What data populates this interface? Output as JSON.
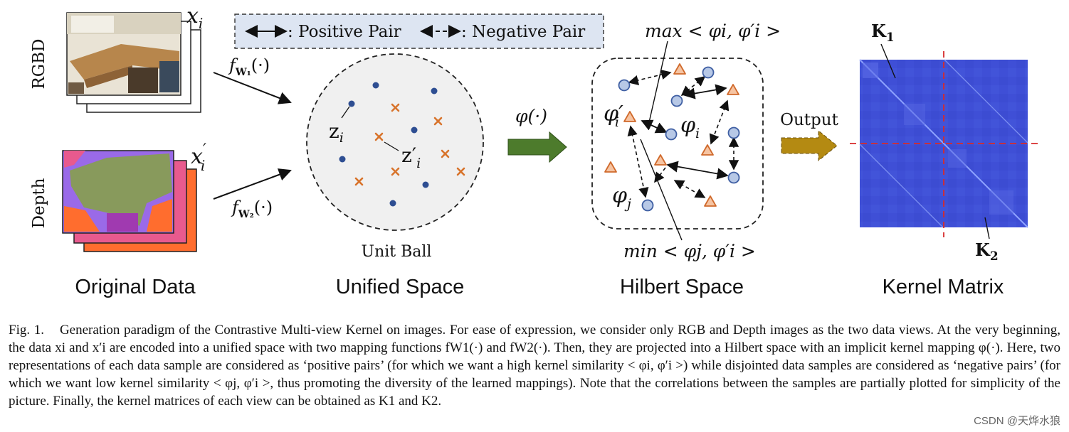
{
  "figure": {
    "sections": {
      "original": "Original Data",
      "unified": "Unified Space",
      "hilbert": "Hilbert Space",
      "kernel": "Kernel Matrix"
    },
    "view_labels": {
      "rgbd": "RGBD",
      "depth": "Depth"
    },
    "symbols": {
      "x_i": "x",
      "x_i_sub": "i",
      "x_i_prime_sub": "i",
      "x_i_prime_mark": "′",
      "f1": "f",
      "f1_sub": "W₁",
      "f1_arg": "(·)",
      "f2": "f",
      "f2_sub": "W₂",
      "f2_arg": "(·)",
      "z_i": "z",
      "z_i_sub": "i",
      "z_prime_i": "z′",
      "z_prime_i_sub": "i",
      "varphi": "φ(·)",
      "phi_i_prime": "φ′",
      "phi_i_prime_sub": "i",
      "phi_i": "φ",
      "phi_i_sub": "i",
      "phi_j": "φ",
      "phi_j_sub": "j",
      "K1": "K",
      "K1_sub": "1",
      "K2": "K",
      "K2_sub": "2"
    },
    "legend": {
      "positive": ": Positive Pair",
      "negative": ": Negative Pair"
    },
    "unit_ball": "Unit Ball",
    "max_label": "max < φi, φ′i >",
    "min_label": "min < φj, φ′i >",
    "output": "Output",
    "colors": {
      "ball_fill": "#f0f0f0",
      "dot": "#2e4e92",
      "cross": "#d8732b",
      "circle_fill": "#b7c8e6",
      "circle_stroke": "#3f5fa3",
      "triangle_fill": "#f6c4a2",
      "triangle_stroke": "#d06a2c",
      "varphi_arrow": "#4d7b2c",
      "output_arrow": "#b48a12",
      "legend_bg": "#dde5f2",
      "matrix": "#3f4fd6",
      "matrix_guides": "#d62b2b"
    }
  },
  "caption": {
    "label": "Fig. 1.",
    "text": "Generation paradigm of the Contrastive Multi-view Kernel on images. For ease of expression, we consider only RGB and Depth images as the two data views. At the very beginning, the data xi and x′i are encoded into a unified space with two mapping functions fW1(·) and fW2(·). Then, they are projected into a Hilbert space with an implicit kernel mapping φ(·). Here, two representations of each data sample are considered as ‘positive pairs’ (for which we want a high kernel similarity < φi, φ′i >) while disjointed data samples are considered as ‘negative pairs’ (for which we want low kernel similarity < φj, φ′i >, thus promoting the diversity of the learned mappings). Note that the correlations between the samples are partially plotted for simplicity of the picture. Finally, the kernel matrices of each view can be obtained as K1 and K2."
  },
  "watermark": "CSDN @天烨水狼"
}
